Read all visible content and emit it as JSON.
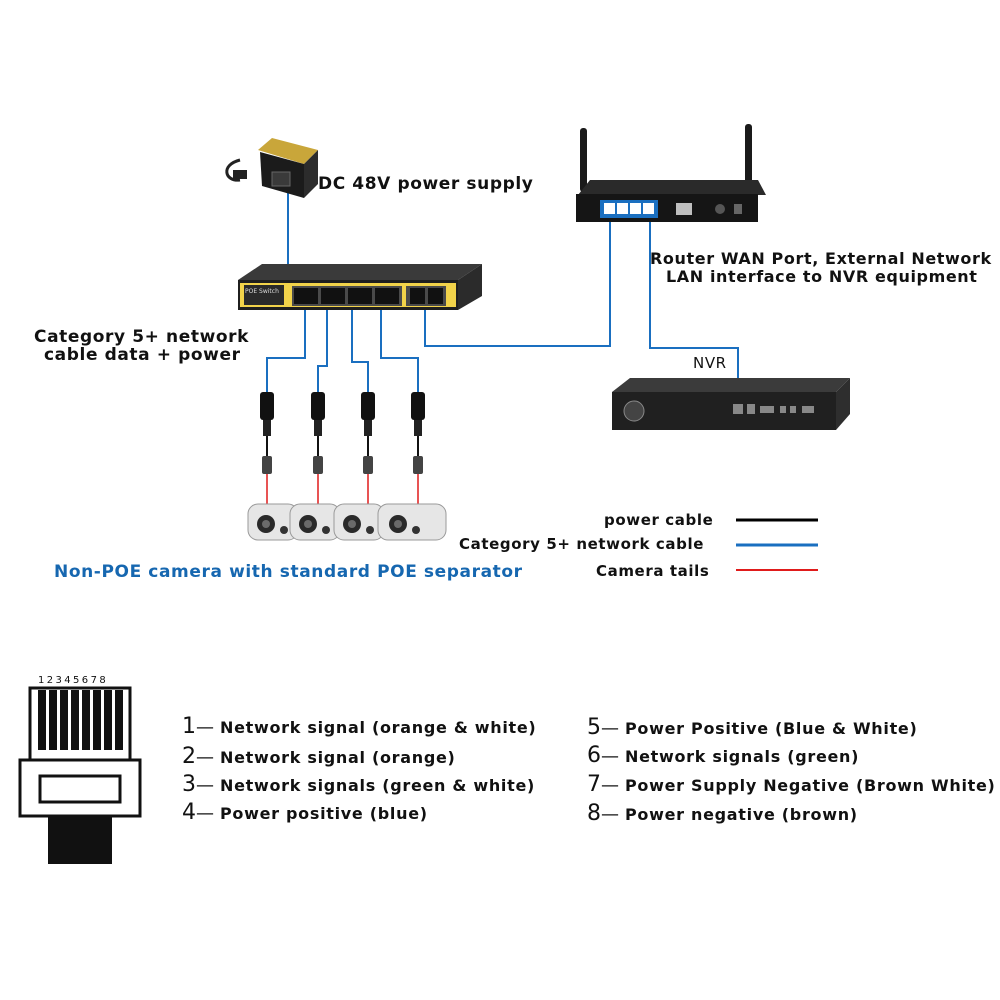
{
  "labels": {
    "power_supply": "DC 48V power supply",
    "router": "Router WAN Port, External Network",
    "router_lan": "LAN interface to NVR equipment",
    "nvr": "NVR",
    "cable_note_1": "Category 5+ network",
    "cable_note_2": "cable data + power",
    "switch_badge": "POE Switch",
    "cameras": "Non-POE camera with standard POE separator"
  },
  "legend": [
    {
      "label": "power cable",
      "color": "#000000"
    },
    {
      "label": "Category 5+ network cable",
      "color": "#1a6fc0"
    },
    {
      "label": "Camera tails",
      "color": "#e01b1b"
    }
  ],
  "connector": {
    "pin_numbers": "12345678"
  },
  "pins_left": [
    {
      "num": "1",
      "text": "Network signal (orange & white)"
    },
    {
      "num": "2",
      "text": "Network signal (orange)"
    },
    {
      "num": "3",
      "text": "Network signals (green & white)"
    },
    {
      "num": "4",
      "text": "Power positive (blue)"
    }
  ],
  "pins_right": [
    {
      "num": "5",
      "text": "Power Positive (Blue & White)"
    },
    {
      "num": "6",
      "text": "Network signals (green)"
    },
    {
      "num": "7",
      "text": "Power Supply Negative (Brown White)"
    },
    {
      "num": "8",
      "text": "Power negative (brown)"
    }
  ],
  "colors": {
    "network_cable": "#1a6fc0",
    "power_cable": "#000000",
    "camera_tail": "#e01b1b",
    "switch_yellow": "#f2d34a"
  }
}
